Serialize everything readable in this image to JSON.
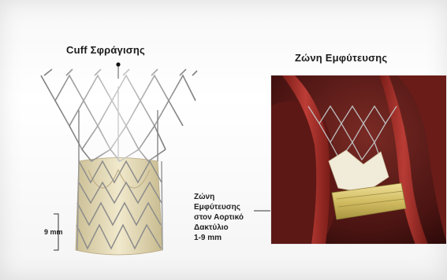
{
  "labels": {
    "left_title": "Cuff Σφράγισης",
    "right_title": "Ζώνη Εμφύτευσης",
    "annotation_lines": [
      "Ζώνη",
      "Εμφύτευσης",
      "στον Αορτικό",
      "Δακτύλιο",
      "1-9 mm"
    ],
    "scale_label": "9 mm"
  },
  "colors": {
    "frame_metal": "#8a8a8a",
    "skirt_fabric": "#e6dcb6",
    "tissue_dark": "#5a1a18",
    "tissue_red": "#b0302b",
    "implant_band": "#d9c870"
  }
}
